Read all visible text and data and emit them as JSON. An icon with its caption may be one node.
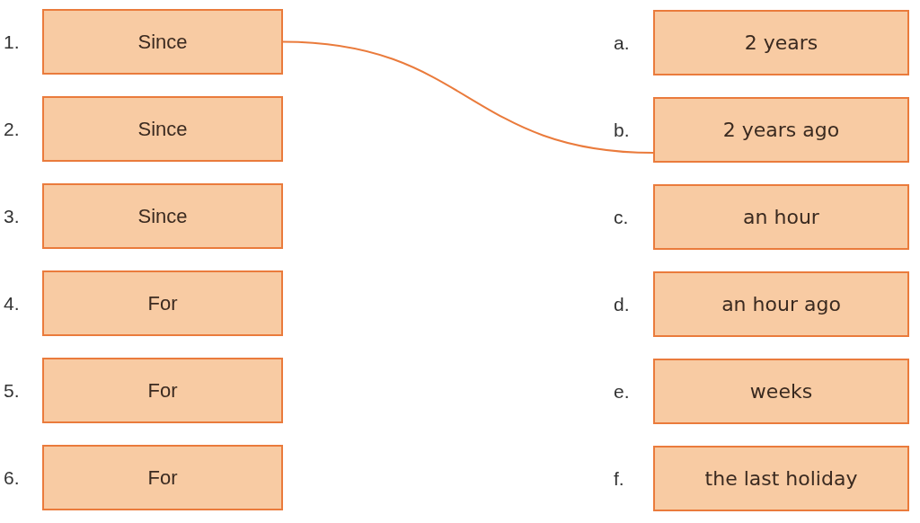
{
  "diagram": {
    "nodes": [
      {
        "text": [
          "Since"
        ],
        "beside": [
          "1."
        ]
      },
      {
        "text": [
          "Since"
        ],
        "beside": [
          "2."
        ]
      },
      {
        "text": [
          "Since"
        ],
        "beside": [
          "3."
        ]
      },
      {
        "text": [
          "For"
        ],
        "beside": [
          "4."
        ]
      },
      {
        "text": [
          "For"
        ],
        "beside": [
          "5."
        ]
      },
      {
        "text": [
          "For"
        ],
        "beside": [
          "6."
        ]
      },
      {
        "text": [
          "2 years"
        ],
        "beside": [
          "a."
        ]
      },
      {
        "text": [
          "2 years ago"
        ],
        "beside": [
          "b."
        ]
      },
      {
        "text": [
          "an hour"
        ],
        "beside": [
          "c."
        ]
      },
      {
        "text": [
          "an hour ago"
        ],
        "beside": [
          "d."
        ]
      },
      {
        "text": [
          "weeks"
        ],
        "beside": [
          "e."
        ]
      },
      {
        "text": [
          "the last holiday"
        ],
        "beside": [
          "f."
        ]
      }
    ],
    "edges": [
      {
        "from": 0,
        "to": 7,
        "arrow": "none"
      }
    ]
  }
}
